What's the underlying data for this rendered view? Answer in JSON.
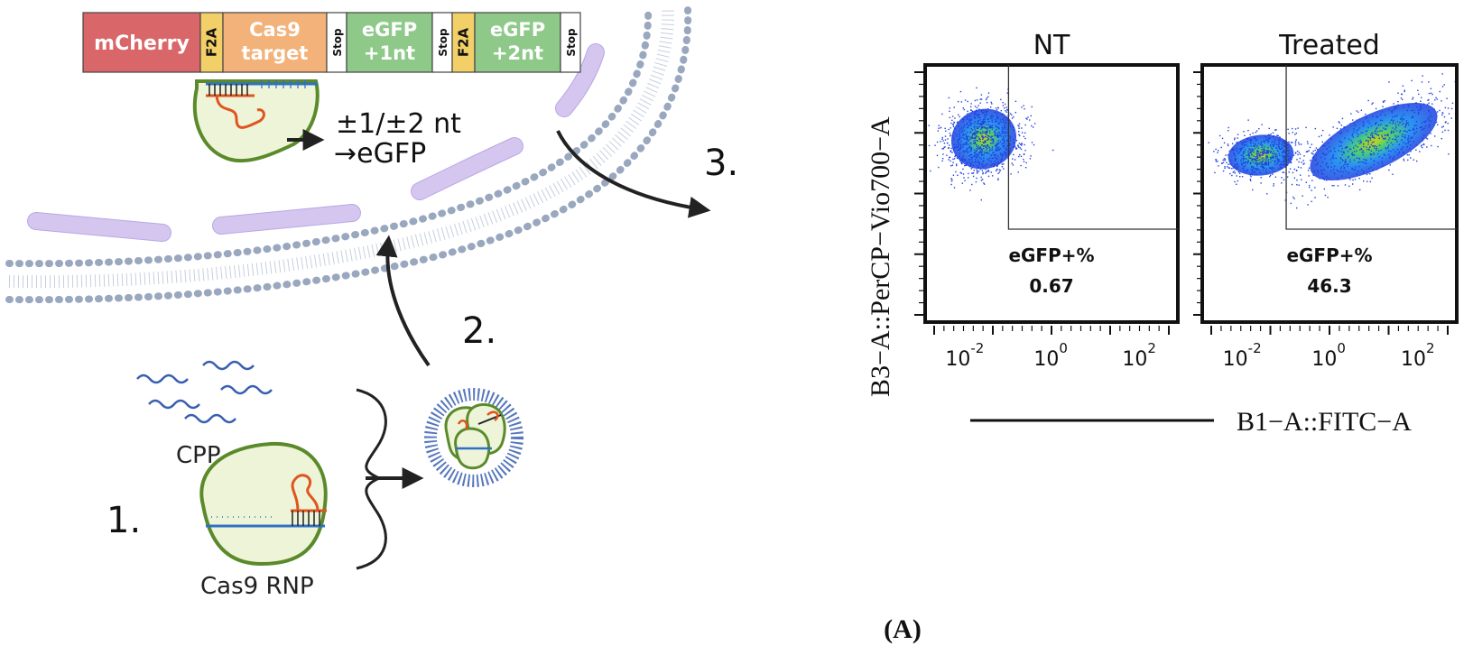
{
  "construct": {
    "segments": [
      {
        "label": "mCherry",
        "color": "#d9676a"
      },
      {
        "label": "F2A",
        "color": "#f3cf68"
      },
      {
        "label": "Cas9 target",
        "color": "#f2b27a"
      },
      {
        "label": "Stop",
        "color": "#ffffff"
      },
      {
        "label": "eGFP +1nt",
        "color": "#8ec98a"
      },
      {
        "label": "Stop",
        "color": "#ffffff"
      },
      {
        "label": "F2A",
        "color": "#f3cf68"
      },
      {
        "label": "eGFP +2nt",
        "color": "#8ec98a"
      },
      {
        "label": "Stop",
        "color": "#ffffff"
      }
    ]
  },
  "labels": {
    "indel_line1": "±1/±2 nt",
    "indel_line2": "→eGFP",
    "step1": "1.",
    "step2": "2.",
    "step3": "3.",
    "cpp": "CPP",
    "rnp": "Cas9 RNP",
    "panel": "(A)"
  },
  "flow": {
    "y_axis_label": "B3−A::PerCP−Vio700−A",
    "x_axis_label": "B1−A::FITC−A",
    "x_ticks": [
      {
        "base": "10",
        "exp": "-2"
      },
      {
        "base": "10",
        "exp": "0"
      },
      {
        "base": "10",
        "exp": "2"
      }
    ],
    "plots": [
      {
        "title": "NT",
        "stat_label": "eGFP+%",
        "stat_value": "0.67"
      },
      {
        "title": "Treated",
        "stat_label": "eGFP+%",
        "stat_value": "46.3"
      }
    ]
  },
  "colors": {
    "membrane": "#9aa8bf",
    "nucleus": "#d9cdf0",
    "cell_outline": "#5a8a2a",
    "cell_fill": "#eef4d8",
    "rna": "#e0541f",
    "dna": "#2f6fc4",
    "peptide": "#3a5fb0"
  }
}
